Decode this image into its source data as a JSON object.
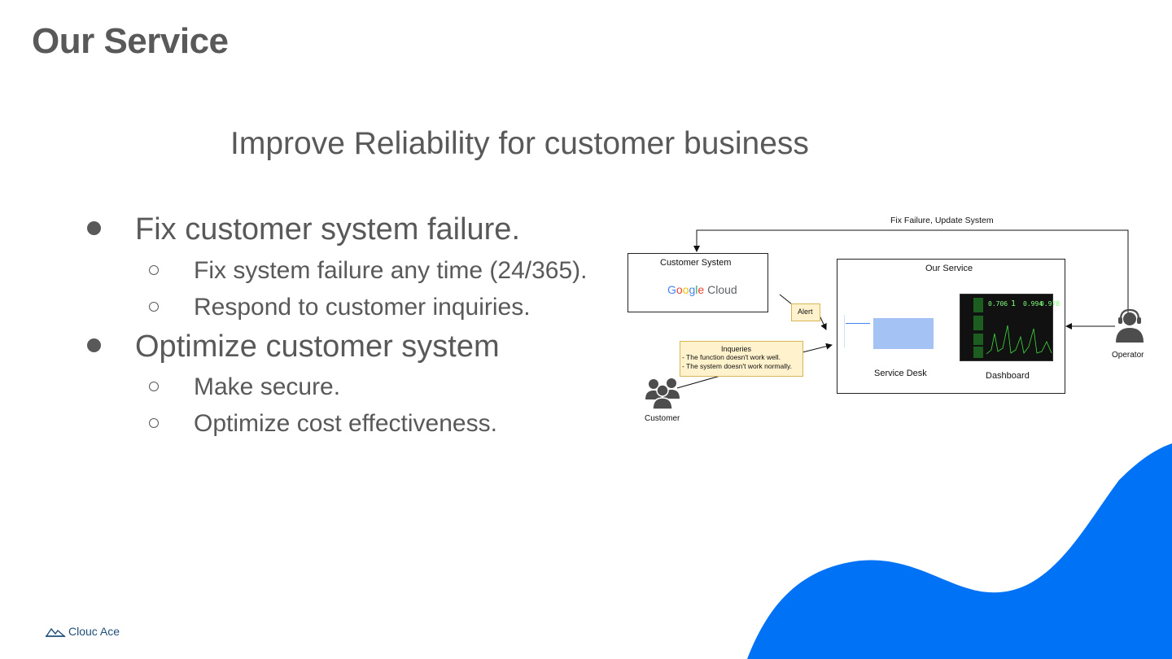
{
  "slide": {
    "title": "Our Service",
    "subtitle": "Improve Reliability for customer business"
  },
  "bullets": [
    {
      "text": "Fix customer system failure.",
      "children": [
        "Fix system failure any time (24/365).",
        "Respond to customer inquiries."
      ]
    },
    {
      "text": "Optimize customer system",
      "children": [
        "Make secure.",
        "Optimize cost effectiveness."
      ]
    }
  ],
  "diagram": {
    "top_arrow_label": "Fix Failure, Update System",
    "customer_system_label": "Customer System",
    "google_cloud_logo": "Google Cloud",
    "alert_label": "Alert",
    "inquiries_title": "Inqueries",
    "inquiries_line1": "- The function doesn't work well.",
    "inquiries_line2": "- The system doesn't work normally.",
    "our_service_label": "Our Service",
    "service_desk_label": "Service Desk",
    "dashboard_label": "Dashboard",
    "dashboard_values": [
      "0.706",
      "1",
      "0.994",
      "0.978"
    ],
    "customer_label": "Customer",
    "operator_label": "Operator"
  },
  "footer": {
    "logo_text": "Clouc Ace"
  },
  "colors": {
    "accent_blob": "#0072f5",
    "text": "#595959",
    "note_fill": "#fff2cc",
    "service_desk_panel": "#a4c2f4"
  }
}
